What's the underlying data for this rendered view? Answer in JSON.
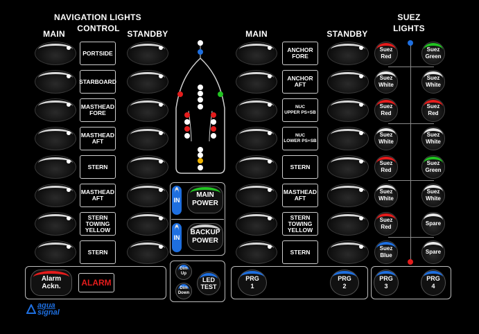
{
  "headers": {
    "nav_title": "NAVIGATION LIGHTS",
    "nav_control": "CONTROL",
    "main_left": "MAIN",
    "standby_left": "STANDBY",
    "main_right": "MAIN",
    "standby_right": "STANDBY",
    "suez_title": "SUEZ",
    "suez_lights": "LIGHTS"
  },
  "left_labels": [
    "PORTSIDE",
    "STARBOARD",
    "MASTHEAD\nFORE",
    "MASTHEAD\nAFT",
    "STERN",
    "MASTHEAD\nAFT",
    "STERN\nTOWING\nYELLOW",
    "STERN"
  ],
  "right_labels": [
    "ANCHOR\nFORE",
    "ANCHOR\nAFT",
    "NUC\nUPPER PS+SB",
    "NUC\nLOWER PS+SB",
    "STERN",
    "MASTHEAD\nAFT",
    "STERN\nTOWING\nYELLOW",
    "STERN"
  ],
  "suez_left": [
    {
      "label": "Suez\nRed",
      "color": "#e41c1c"
    },
    {
      "label": "Suez\nWhite",
      "color": "#e8e8e8"
    },
    {
      "label": "Suez\nRed",
      "color": "#e41c1c"
    },
    {
      "label": "Suez\nWhite",
      "color": "#e8e8e8"
    },
    {
      "label": "Suez\nRed",
      "color": "#e41c1c"
    },
    {
      "label": "Suez\nWhite",
      "color": "#e8e8e8"
    },
    {
      "label": "Suez\nRed",
      "color": "#e41c1c"
    },
    {
      "label": "Suez\nBlue",
      "color": "#1e6fe0"
    }
  ],
  "suez_right": [
    {
      "label": "Suez\nGreen",
      "color": "#22c322"
    },
    {
      "label": "Suez\nWhite",
      "color": "#e8e8e8"
    },
    {
      "label": "Suez\nRed",
      "color": "#e41c1c"
    },
    {
      "label": "Suez\nWhite",
      "color": "#e8e8e8"
    },
    {
      "label": "Suez\nGreen",
      "color": "#22c322"
    },
    {
      "label": "Suez\nWhite",
      "color": "#e8e8e8"
    },
    {
      "label": "Spare",
      "color": "#e8e8e8"
    },
    {
      "label": "Spare",
      "color": "#e8e8e8"
    }
  ],
  "power": {
    "in_label": "IN",
    "main_power": "MAIN\nPOWER",
    "backup_power": "BACKUP\nPOWER"
  },
  "alarm": {
    "ack": "Alarm\nAckn.",
    "alarm_text": "ALARM"
  },
  "dim": {
    "up": "Dim\nUp",
    "down": "Dim\nDown",
    "led_test": "LED\nTEST"
  },
  "prg": [
    "PRG\n1",
    "PRG\n2",
    "PRG\n3",
    "PRG\n4"
  ],
  "logo": {
    "line1": "aqua",
    "line2": "signal"
  },
  "colors": {
    "red": "#e41c1c",
    "green": "#22c322",
    "blue": "#1e6fe0",
    "white": "#e8e8e8",
    "yellow": "#f0b400",
    "alarm_red": "#e41c1c"
  }
}
